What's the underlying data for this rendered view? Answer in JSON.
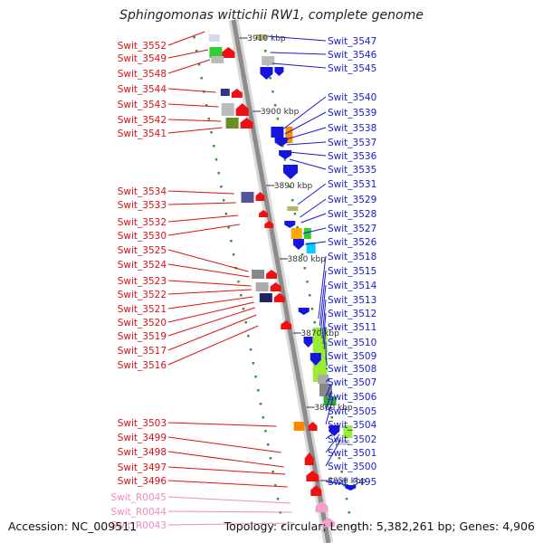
{
  "title": "Sphingomonas wittichii RW1, complete genome",
  "footer": {
    "accession": "Accession: NC_009511",
    "summary": "Topology: circular; Length: 5,382,261 bp; Genes: 4,906"
  },
  "colors": {
    "left_label": "#dd1111",
    "right_label": "#1a1ad0",
    "rna_label": "#f08cc0",
    "backbone": "#8c8c8c",
    "forward_gene": "#ee1111",
    "reverse_gene": "#1515dd"
  },
  "ticks": [
    {
      "label": "3910 kbp"
    },
    {
      "label": "3900 kbp"
    },
    {
      "label": "3890 kbp"
    },
    {
      "label": "3880 kbp"
    },
    {
      "label": "3870 kbp"
    },
    {
      "label": "3860 kbp"
    },
    {
      "label": "3850 kbp"
    }
  ],
  "left_labels": [
    {
      "label": "Swit_3552",
      "kind": "gene"
    },
    {
      "label": "Swit_3549",
      "kind": "gene"
    },
    {
      "label": "Swit_3548",
      "kind": "gene"
    },
    {
      "label": "Swit_3544",
      "kind": "gene"
    },
    {
      "label": "Swit_3543",
      "kind": "gene"
    },
    {
      "label": "Swit_3542",
      "kind": "gene"
    },
    {
      "label": "Swit_3541",
      "kind": "gene"
    },
    {
      "label": "Swit_3534",
      "kind": "gene"
    },
    {
      "label": "Swit_3533",
      "kind": "gene"
    },
    {
      "label": "Swit_3532",
      "kind": "gene"
    },
    {
      "label": "Swit_3530",
      "kind": "gene"
    },
    {
      "label": "Swit_3525",
      "kind": "gene"
    },
    {
      "label": "Swit_3524",
      "kind": "gene"
    },
    {
      "label": "Swit_3523",
      "kind": "gene"
    },
    {
      "label": "Swit_3522",
      "kind": "gene"
    },
    {
      "label": "Swit_3521",
      "kind": "gene"
    },
    {
      "label": "Swit_3520",
      "kind": "gene"
    },
    {
      "label": "Swit_3519",
      "kind": "gene"
    },
    {
      "label": "Swit_3517",
      "kind": "gene"
    },
    {
      "label": "Swit_3516",
      "kind": "gene"
    },
    {
      "label": "Swit_3503",
      "kind": "gene"
    },
    {
      "label": "Swit_3499",
      "kind": "gene"
    },
    {
      "label": "Swit_3498",
      "kind": "gene"
    },
    {
      "label": "Swit_3497",
      "kind": "gene"
    },
    {
      "label": "Swit_3496",
      "kind": "gene"
    },
    {
      "label": "Swit_R0045",
      "kind": "rna"
    },
    {
      "label": "Swit_R0044",
      "kind": "rna"
    },
    {
      "label": "Swit_R0043",
      "kind": "rna"
    }
  ],
  "right_labels": [
    {
      "label": "Swit_3547"
    },
    {
      "label": "Swit_3546"
    },
    {
      "label": "Swit_3545"
    },
    {
      "label": "Swit_3540"
    },
    {
      "label": "Swit_3539"
    },
    {
      "label": "Swit_3538"
    },
    {
      "label": "Swit_3537"
    },
    {
      "label": "Swit_3536"
    },
    {
      "label": "Swit_3535"
    },
    {
      "label": "Swit_3531"
    },
    {
      "label": "Swit_3529"
    },
    {
      "label": "Swit_3528"
    },
    {
      "label": "Swit_3527"
    },
    {
      "label": "Swit_3526"
    },
    {
      "label": "Swit_3518"
    },
    {
      "label": "Swit_3515"
    },
    {
      "label": "Swit_3514"
    },
    {
      "label": "Swit_3513"
    },
    {
      "label": "Swit_3512"
    },
    {
      "label": "Swit_3511"
    },
    {
      "label": "Swit_3510"
    },
    {
      "label": "Swit_3509"
    },
    {
      "label": "Swit_3508"
    },
    {
      "label": "Swit_3507"
    },
    {
      "label": "Swit_3506"
    },
    {
      "label": "Swit_3505"
    },
    {
      "label": "Swit_3504"
    },
    {
      "label": "Swit_3502"
    },
    {
      "label": "Swit_3501"
    },
    {
      "label": "Swit_3500"
    },
    {
      "label": "Swit_3495"
    }
  ]
}
